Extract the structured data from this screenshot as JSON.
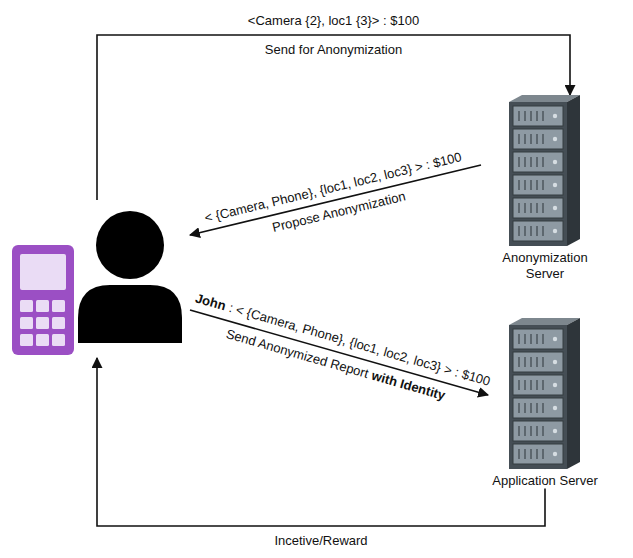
{
  "diagram": {
    "nodes": [
      {
        "text": []
      },
      {
        "text": [
          "Anonymization Server"
        ]
      },
      {
        "text": [
          "Application Server"
        ]
      }
    ],
    "edges": [
      {
        "from": 0,
        "to": 1,
        "arrow": "to",
        "label": "Send for Anonymization"
      },
      {
        "from": 1,
        "to": 0,
        "arrow": "to",
        "label": "Propose Anonymization"
      },
      {
        "from": 0,
        "to": 2,
        "arrow": "to",
        "label": "Send Anonymized Report"
      },
      {
        "from": 2,
        "to": 0,
        "arrow": "to",
        "label": "Incetive/Reward"
      }
    ],
    "labels": [
      "<Camera {2}, loc1 {3}> : $100",
      "< {Camera, Phone}, {loc1, loc2, loc3} > : $100",
      "John",
      ": < {Camera, Phone}, {loc1, loc2, loc3} > : $100",
      "with Identity"
    ]
  }
}
